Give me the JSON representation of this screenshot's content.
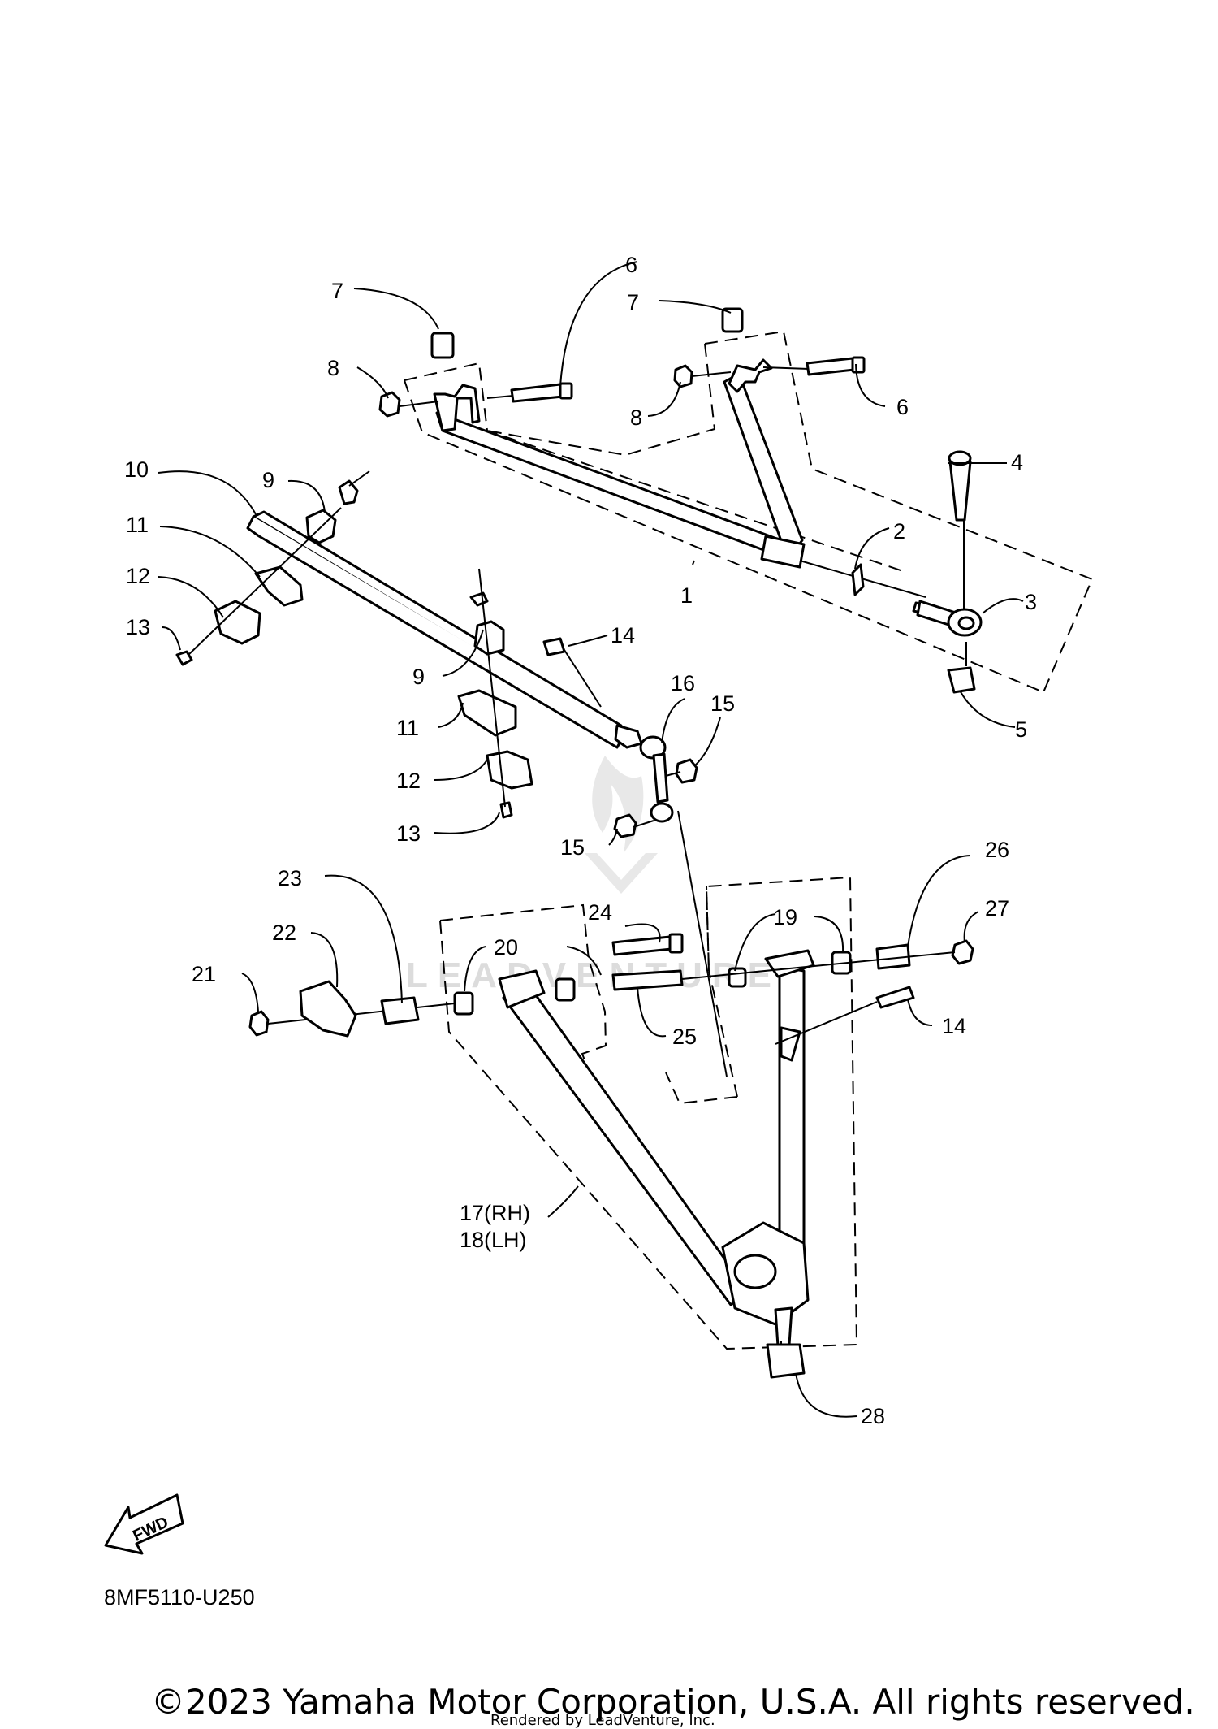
{
  "diagram_code": "8MF5110-U250",
  "fwd_label": "FWD",
  "watermark_text": "LEADVENTURE",
  "copyright": "©2023 Yamaha Motor Corporation, U.S.A. All rights reserved.",
  "rendered_by": "Rendered by LeadVenture, Inc.",
  "callouts": {
    "c1": "1",
    "c2": "2",
    "c3": "3",
    "c4": "4",
    "c5": "5",
    "c6a": "6",
    "c6b": "6",
    "c7a": "7",
    "c7b": "7",
    "c8a": "8",
    "c8b": "8",
    "c9a": "9",
    "c9b": "9",
    "c10": "10",
    "c11a": "11",
    "c11b": "11",
    "c12a": "12",
    "c12b": "12",
    "c13a": "13",
    "c13b": "13",
    "c14a": "14",
    "c14b": "14",
    "c15a": "15",
    "c15b": "15",
    "c16": "16",
    "c17": "17(RH)",
    "c18": "18(LH)",
    "c19": "19",
    "c20": "20",
    "c21": "21",
    "c22": "22",
    "c23": "23",
    "c24": "24",
    "c25": "25",
    "c26": "26",
    "c27": "27",
    "c28": "28"
  }
}
